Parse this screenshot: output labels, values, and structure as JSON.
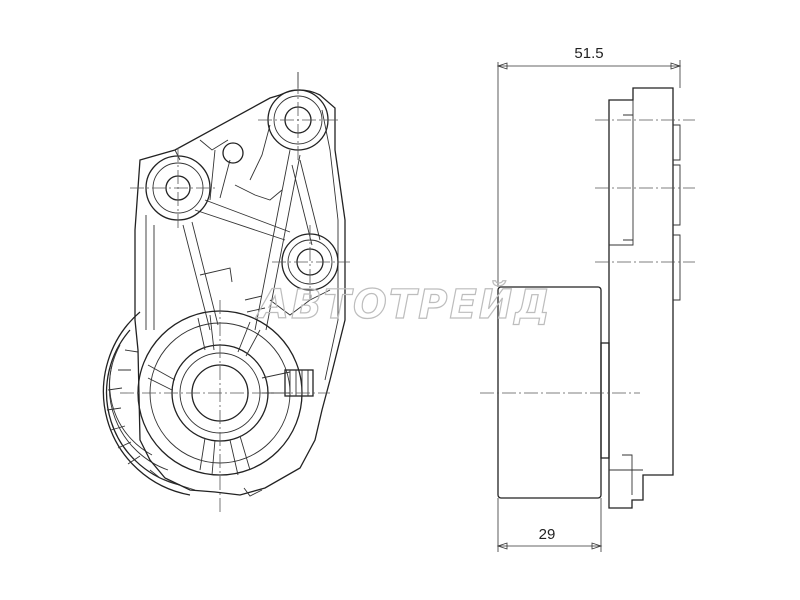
{
  "dimensions": {
    "overall_width": "51.5",
    "pulley_width": "29"
  },
  "watermark": "АВТОТРЕЙД"
}
